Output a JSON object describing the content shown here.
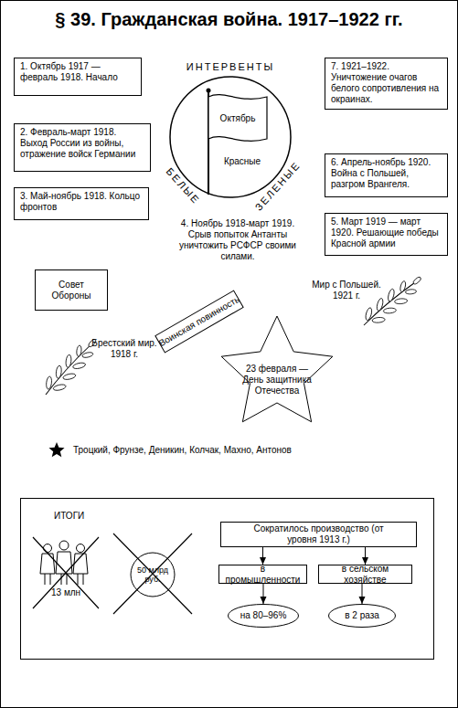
{
  "diagram": {
    "title": "§ 39. Гражданская война. 1917–1922 гг.",
    "nodes": [
      {
        "text": [
          "1. Октябрь 1917 — февраль 1918. Начало"
        ]
      },
      {
        "text": [
          "ИНТЕРВЕНТЫ",
          "Октябрь",
          "Красные",
          "БЕЛЫЕ",
          "ЗЕЛЕНЫЕ"
        ]
      },
      {
        "text": [
          "7. 1921–1922. Уничтожение очагов белого сопротивления на окраинах."
        ]
      },
      {
        "text": [
          "2. Февраль-март 1918. Выход России из войны, отражение войск Германии"
        ]
      },
      {
        "text": [
          "6. Апрель-ноябрь 1920. Война с Польшей, разгром Врангеля."
        ]
      },
      {
        "text": [
          "3. Май-ноябрь 1918. Кольцо фронтов"
        ]
      },
      {
        "text": [
          "5. Март 1919 — март 1920. Решающие победы Красной армии"
        ]
      },
      {
        "text": [
          "Совет Обороны"
        ]
      },
      {
        "text": [
          "Воинская повинность"
        ]
      },
      {
        "text": [
          "23 февраля — День защитника Отечества"
        ]
      },
      {
        "text": [
          "ИТОГИ"
        ]
      },
      {
        "text": [
          "50 млрд руб."
        ],
        "in": 10
      },
      {
        "text": [
          "Сократилось производство (от уровня 1913 г.)"
        ],
        "in": 10
      },
      {
        "text": [
          "в промышленности"
        ],
        "in": 10
      },
      {
        "text": [
          "в сельском хозяйстве"
        ],
        "in": 10
      },
      {
        "text": [
          "на 80–96%"
        ],
        "in": 10
      },
      {
        "text": [
          "в 2 раза"
        ],
        "in": 10
      }
    ],
    "edges": [
      {
        "from": 12,
        "to": 13,
        "arrow": "to"
      },
      {
        "from": 12,
        "to": 14,
        "arrow": "to"
      },
      {
        "from": 13,
        "to": 15,
        "arrow": "to"
      },
      {
        "from": 14,
        "to": 16,
        "arrow": "to"
      }
    ],
    "labels": [
      "4. Ноябрь 1918-март 1919. Срыв попыток Антанты уничтожить РСФСР своими силами.",
      "Мир с Польшей. 1921 г.",
      "Брестский мир. 1918 г.",
      "Троцкий, Фрунзе, Деникин, Колчак, Махно, Антонов",
      "13 млн"
    ]
  }
}
